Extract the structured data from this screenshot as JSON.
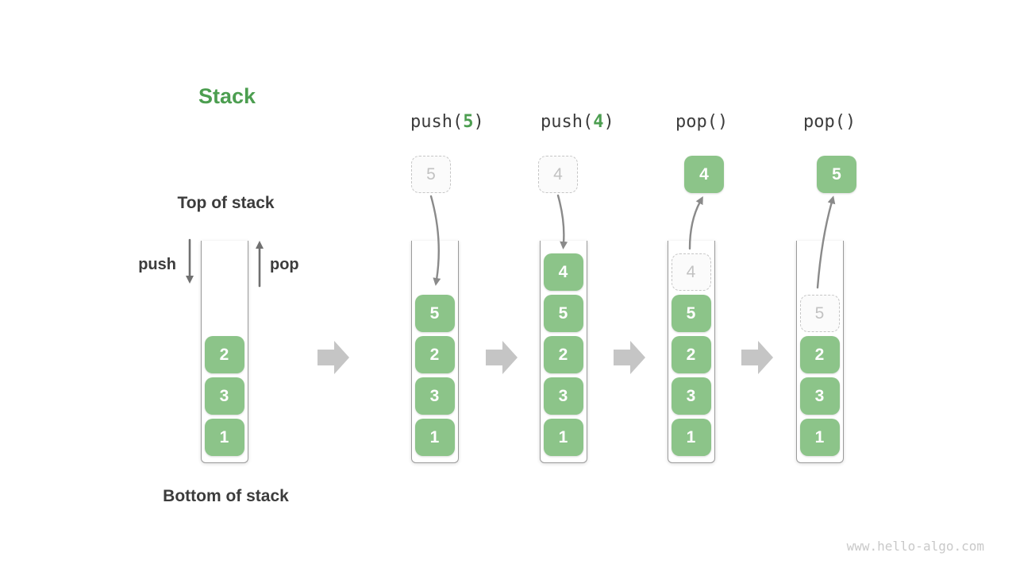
{
  "title": "Stack",
  "labels": {
    "top_of_stack": "Top of stack",
    "bottom_of_stack": "Bottom of stack",
    "push_arrow": "push",
    "pop_arrow": "pop"
  },
  "watermark": "www.hello-algo.com",
  "colors": {
    "box_green": "#8CC489",
    "box_text": "#FFFFFF",
    "accent_green": "#4C9E50",
    "text_dark": "#3C3C3C",
    "arrow_gray": "#8A8A8A",
    "straight_arrow_gray": "#707070",
    "block_arrow_gray": "#C5C5C5",
    "ghost_border": "#C6C6C6",
    "ghost_text": "#C2C2C2",
    "ghost_fill": "#FBFBFB",
    "container_border": "#9B9B9B",
    "watermark_gray": "#C9C9C9"
  },
  "columns": [
    {
      "name": "initial",
      "items": [
        "2",
        "3",
        "1"
      ]
    },
    {
      "name": "after-push-5",
      "header": {
        "fn": "push(",
        "arg": "5",
        "close": ")"
      },
      "incoming_value": "5",
      "items": [
        "5",
        "2",
        "3",
        "1"
      ]
    },
    {
      "name": "after-push-4",
      "header": {
        "fn": "push(",
        "arg": "4",
        "close": ")"
      },
      "incoming_value": "4",
      "items": [
        "4",
        "5",
        "2",
        "3",
        "1"
      ]
    },
    {
      "name": "after-pop-4",
      "header": {
        "fn": "pop(",
        "arg": "",
        "close": ")"
      },
      "outgoing_value": "4",
      "ghost_value": "4",
      "items": [
        "5",
        "2",
        "3",
        "1"
      ]
    },
    {
      "name": "after-pop-5",
      "header": {
        "fn": "pop(",
        "arg": "",
        "close": ")"
      },
      "outgoing_value": "5",
      "ghost_value": "5",
      "items": [
        "2",
        "3",
        "1"
      ]
    }
  ]
}
